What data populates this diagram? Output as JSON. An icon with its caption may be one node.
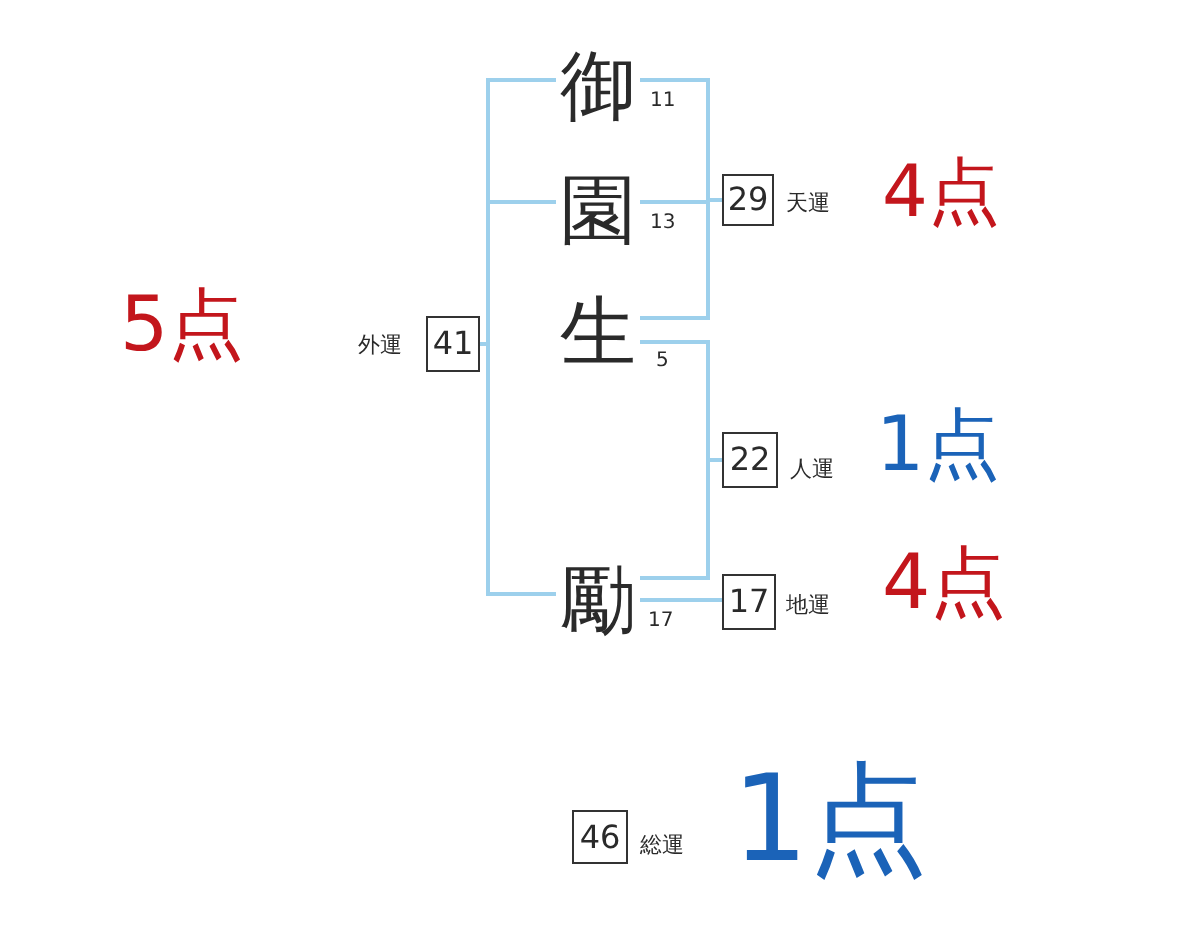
{
  "diagram": {
    "nodes": [
      {
        "text": [
          "御"
        ],
        "beside": [
          "11"
        ]
      },
      {
        "text": [
          "園"
        ],
        "beside": [
          "13"
        ]
      },
      {
        "text": [
          "生"
        ],
        "beside": [
          "5"
        ]
      },
      {
        "text": [
          "勵"
        ],
        "beside": [
          "17"
        ]
      },
      {
        "text": [
          "29"
        ],
        "beside": [
          "天運",
          "4点"
        ]
      },
      {
        "text": [
          "41"
        ],
        "beside": [
          "外運",
          "5点"
        ]
      },
      {
        "text": [
          "22"
        ],
        "beside": [
          "人運",
          "1点"
        ]
      },
      {
        "text": [
          "17"
        ],
        "beside": [
          "地運",
          "4点"
        ]
      },
      {
        "text": [
          "46"
        ],
        "beside": [
          "総運",
          "1点"
        ]
      }
    ],
    "edges": [
      {
        "from": 0,
        "to": 4,
        "arrow": "none"
      },
      {
        "from": 1,
        "to": 4,
        "arrow": "none"
      },
      {
        "from": 2,
        "to": 4,
        "arrow": "none"
      },
      {
        "from": 0,
        "to": 5,
        "arrow": "none"
      },
      {
        "from": 1,
        "to": 5,
        "arrow": "none"
      },
      {
        "from": 3,
        "to": 5,
        "arrow": "none"
      },
      {
        "from": 2,
        "to": 6,
        "arrow": "none"
      },
      {
        "from": 3,
        "to": 6,
        "arrow": "none"
      },
      {
        "from": 3,
        "to": 7,
        "arrow": "none"
      }
    ]
  }
}
